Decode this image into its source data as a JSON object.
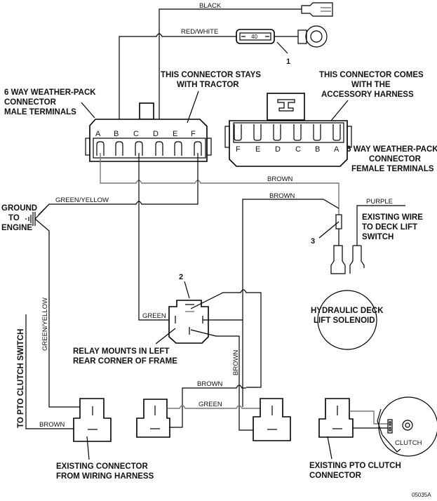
{
  "diagram": {
    "figure_id": "05035A",
    "wire_labels": {
      "black": "BLACK",
      "red_white": "RED/WHITE",
      "brown_top": "BROWN",
      "brown_second": "BROWN",
      "green_yellow_h": "GREEN/YELLOW",
      "green_yellow_v": "GREEN/YELLOW",
      "purple": "PURPLE",
      "green_relay": "GREEN",
      "brown_vertical": "BROWN",
      "brown_bottom": "BROWN",
      "green_bottom": "GREEN",
      "brown_pto": "BROWN"
    },
    "fuse_value": "40",
    "callouts": [
      "1",
      "2",
      "3"
    ],
    "labels": {
      "male_connector": [
        "6 WAY WEATHER-PACK",
        "CONNECTOR",
        "MALE TERMINALS"
      ],
      "stays_with_tractor": [
        "THIS CONNECTOR STAYS",
        "WITH TRACTOR"
      ],
      "comes_with_harness": [
        "THIS CONNECTOR COMES",
        "WITH THE",
        "ACCESSORY HARNESS"
      ],
      "female_connector": [
        "6 WAY WEATHER-PACK",
        "CONNECTOR",
        "FEMALE TERMINALS"
      ],
      "ground": [
        "GROUND",
        "TO",
        "ENGINE"
      ],
      "existing_wire": [
        "EXISTING WIRE",
        "TO DECK LIFT",
        "SWITCH"
      ],
      "hydraulic": [
        "HYDRAULIC DECK",
        "LIFT SOLENOID"
      ],
      "relay": [
        "RELAY MOUNTS IN LEFT",
        "REAR CORNER OF FRAME"
      ],
      "to_pto_switch": "TO PTO CLUTCH SWITCH",
      "existing_connector": [
        "EXISTING CONNECTOR",
        "FROM WIRING HARNESS"
      ],
      "existing_pto": [
        "EXISTING PTO CLUTCH",
        "CONNECTOR"
      ],
      "clutch": "CLUTCH"
    },
    "male_pins": [
      "A",
      "B",
      "C",
      "D",
      "E",
      "F"
    ],
    "female_pins": [
      "F",
      "E",
      "D",
      "C",
      "B",
      "A"
    ]
  }
}
